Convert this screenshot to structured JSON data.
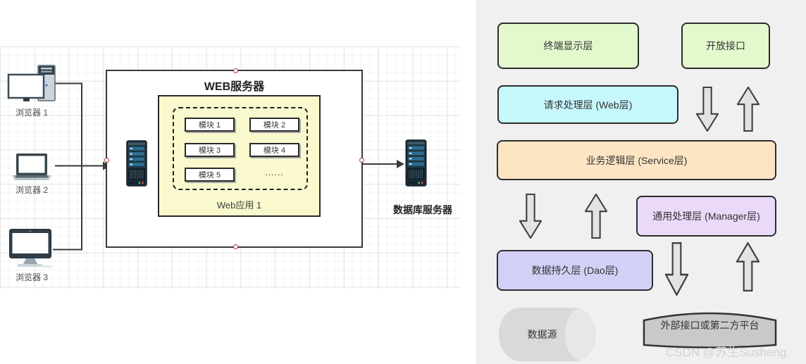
{
  "left_diagram": {
    "browsers": [
      {
        "label": "浏览器 1"
      },
      {
        "label": "浏览器 2"
      },
      {
        "label": "浏览器 3"
      }
    ],
    "web_server": {
      "title": "WEB服务器",
      "app": {
        "label": "Web应用 1",
        "modules": [
          "模块 1",
          "模块 2",
          "模块 3",
          "模块 4",
          "模块 5"
        ],
        "ellipsis": "......"
      }
    },
    "database_server": {
      "label": "数据库服务器"
    }
  },
  "right_diagram": {
    "layers": [
      {
        "id": "terminal-display",
        "label": "终端显示层",
        "fill": "#e3f8cd"
      },
      {
        "id": "open-api",
        "label": "开放接口",
        "fill": "#e3f8cd"
      },
      {
        "id": "web-layer",
        "label": "请求处理层 (Web层)",
        "fill": "#c5f7fb"
      },
      {
        "id": "service-layer",
        "label": "业务逻辑层 (Service层)",
        "fill": "#fde5c4"
      },
      {
        "id": "manager-layer",
        "label": "通用处理层 (Manager层)",
        "fill": "#ead9f8"
      },
      {
        "id": "dao-layer",
        "label": "数据持久层 (Dao层)",
        "fill": "#d3d0f7"
      },
      {
        "id": "data-source",
        "label": "数据源",
        "fill": "#d9d9d9"
      },
      {
        "id": "external-platform",
        "label": "外部接口或第二方平台",
        "fill": "#c9c9c9"
      }
    ],
    "watermark": "CSDN @苏生Susheng"
  },
  "colors": {
    "panel_bg": "#f0f0f0",
    "box_border": "#2d2d2d",
    "arrow_fill": "#e3e3e3",
    "arrow_stroke": "#3f3f3f",
    "connector_line": "#3a3a3a",
    "app_box_fill": "#f9f9cd",
    "connection_point": "#b03a2e"
  }
}
